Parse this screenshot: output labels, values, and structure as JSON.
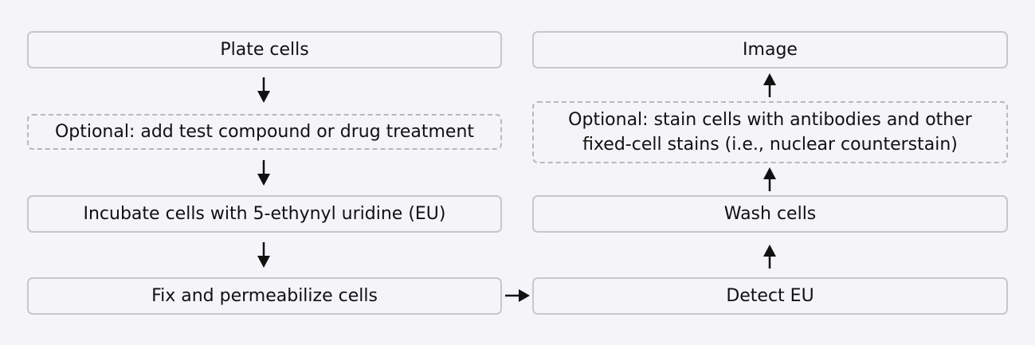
{
  "left_column": {
    "plate": "Plate cells",
    "optional_treatment": "Optional: add test compound or drug treatment",
    "incubate": "Incubate cells with 5-ethynyl uridine (EU)",
    "fix": "Fix and permeabilize cells"
  },
  "right_column": {
    "image": "Image",
    "optional_stain": "Optional: stain cells with antibodies and other\nfixed-cell stains (i.e., nuclear counterstain)",
    "wash": "Wash cells",
    "detect": "Detect EU"
  },
  "colors": {
    "background": "#f4f4f9",
    "box_border": "#c8c8cc",
    "optional_border": "#b9b9bd",
    "arrow": "#111111"
  }
}
